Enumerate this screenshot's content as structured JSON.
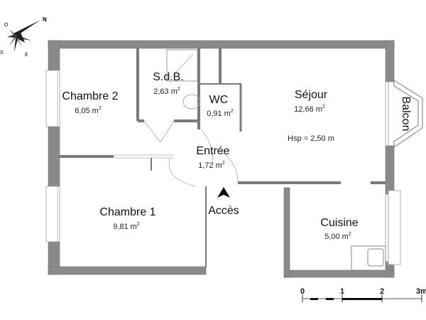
{
  "compass": {
    "north": "N",
    "east": "E",
    "west": "O",
    "south": "S"
  },
  "rooms": [
    {
      "name": "Chambre 2",
      "area": "6,05 m",
      "unit_exp": "2"
    },
    {
      "name": "S.d.B.",
      "area": "2,63 m",
      "unit_exp": "2"
    },
    {
      "name": "WC",
      "area": "0,91 m",
      "unit_exp": "2"
    },
    {
      "name": "Séjour",
      "area": "12,66 m",
      "unit_exp": "2",
      "note": "Hsp = 2,50 m"
    },
    {
      "name": "Entrée",
      "area": "1,72 m",
      "unit_exp": "2"
    },
    {
      "name": "Chambre 1",
      "area": "9,81 m",
      "unit_exp": "2"
    },
    {
      "name": "Cuisine",
      "area": "5,00 m",
      "unit_exp": "2"
    }
  ],
  "balcony_label": "Balcon",
  "access_label": "Accès",
  "scale": {
    "ticks": [
      "0",
      "1",
      "2",
      "3m"
    ]
  },
  "colors": {
    "wall": "#8a8a8a",
    "text": "#111111"
  }
}
